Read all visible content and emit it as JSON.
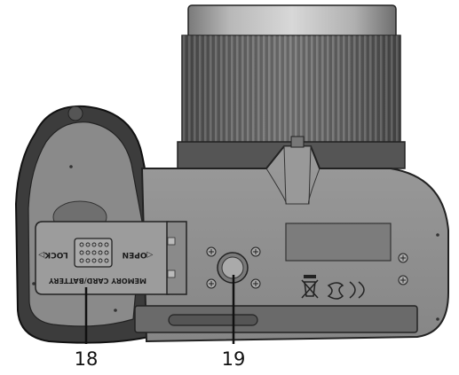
{
  "diagram": {
    "door_labels": {
      "lock": "LOCK▷",
      "open": "◁OPEN",
      "memory": "MEMORY CARD/BATTERY"
    },
    "callouts": [
      {
        "id": "18",
        "label": "18"
      },
      {
        "id": "19",
        "label": "19"
      }
    ]
  }
}
